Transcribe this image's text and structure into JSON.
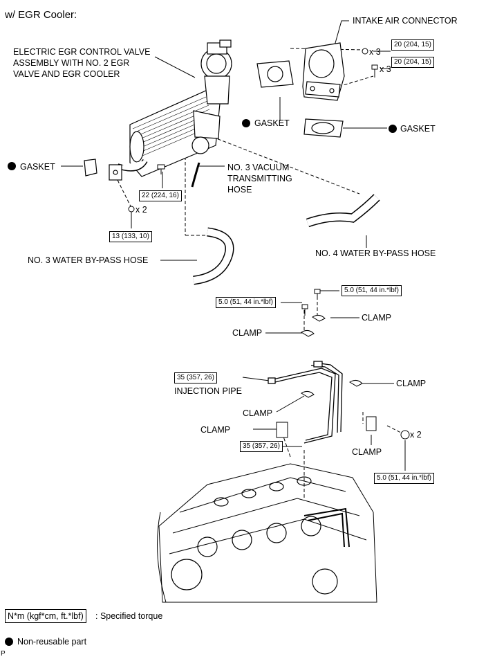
{
  "header": {
    "title": "w/ EGR Cooler:"
  },
  "labels": {
    "intake_air_connector": "INTAKE AIR CONNECTOR",
    "egr_valve_assembly": "ELECTRIC EGR CONTROL VALVE\nASSEMBLY WITH NO. 2 EGR\nVALVE AND EGR COOLER",
    "gasket_left": "GASKET",
    "gasket_center": "GASKET",
    "gasket_right": "GASKET",
    "vacuum_hose": "NO. 3 VACUUM\nTRANSMITTING\nHOSE",
    "water_bypass_hose_3": "NO. 3 WATER BY-PASS HOSE",
    "water_bypass_hose_4": "NO. 4 WATER BY-PASS HOSE",
    "clamp_1": "CLAMP",
    "clamp_2": "CLAMP",
    "clamp_3": "CLAMP",
    "clamp_4": "CLAMP",
    "clamp_5": "CLAMP",
    "clamp_6": "CLAMP",
    "injection_pipe": "INJECTION PIPE"
  },
  "quantities": {
    "nut_x3": "x 3",
    "bolt_x3": "x 3",
    "egr_nut_x2": "x 2",
    "clamp_nut_x2": "x 2"
  },
  "torques": {
    "intake_nut": "20 (204, 15)",
    "intake_bolt": "20 (204, 15)",
    "egr_bolt": "22 (224, 16)",
    "egr_nut": "13 (133, 10)",
    "clamp_bolt_upper": "5.0 (51, 44 in.*lbf)",
    "clamp_bolt_left": "5.0 (51, 44 in.*lbf)",
    "pipe_nut_upper": "35 (357, 26)",
    "pipe_nut_lower": "35 (357, 26)",
    "clamp_nut_lower": "5.0 (51, 44 in.*lbf)"
  },
  "legend": {
    "torque_unit": "N*m (kgf*cm, ft.*lbf)",
    "torque_desc": ": Specified torque",
    "non_reusable": "Non-reusable part"
  },
  "footer": {
    "corner_mark": "P"
  }
}
